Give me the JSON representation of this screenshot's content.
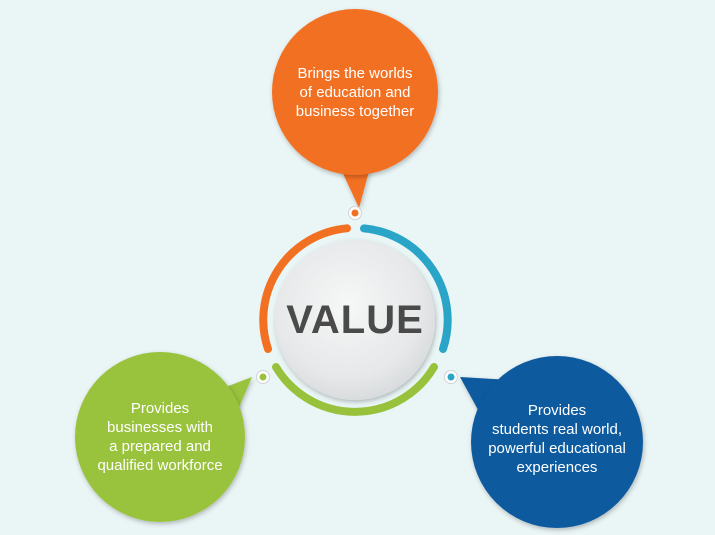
{
  "center": {
    "label": "VALUE"
  },
  "bubbles": [
    {
      "id": "top",
      "color": "#f27021",
      "lines": [
        "Brings the worlds",
        "of education and",
        "business together"
      ]
    },
    {
      "id": "left",
      "color": "#99c23c",
      "lines": [
        "Provides",
        "businesses with",
        "a prepared and",
        "qualified workforce"
      ]
    },
    {
      "id": "right",
      "color": "#0f5a9e",
      "lines": [
        "Provides",
        "students real world,",
        "powerful educational",
        "experiences"
      ]
    }
  ],
  "ring_colors": {
    "orange": "#f27021",
    "blue": "#2aa5c8",
    "green": "#99c23c"
  }
}
